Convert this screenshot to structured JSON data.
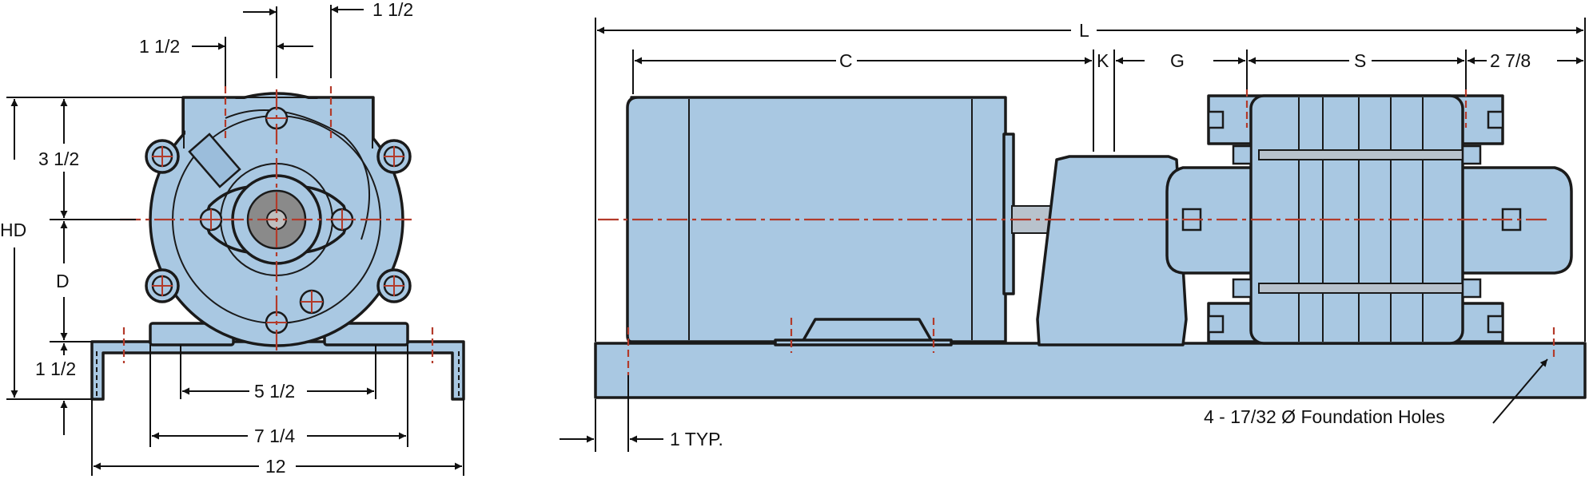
{
  "front_view": {
    "dim_top_right": "1 1/2",
    "dim_top_left": "1 1/2",
    "dim_upper_height": "3 1/2",
    "dim_overall_height": "HD",
    "dim_lower_height": "D",
    "dim_base_height": "1 1/2",
    "dim_inner_width": "5 1/2",
    "dim_mid_width": "7 1/4",
    "dim_overall_width": "12"
  },
  "side_view": {
    "dim_length": "L",
    "dim_c": "C",
    "dim_k": "K",
    "dim_g": "G",
    "dim_s": "S",
    "dim_end": "2 7/8",
    "dim_hole_offset": "1 TYP.",
    "foundation_note": "4 - 17/32 Ø Foundation Holes"
  },
  "colors": {
    "body_fill": "#a9c8e2",
    "outline": "#1a1a1a",
    "centerline": "#b33a2a"
  }
}
